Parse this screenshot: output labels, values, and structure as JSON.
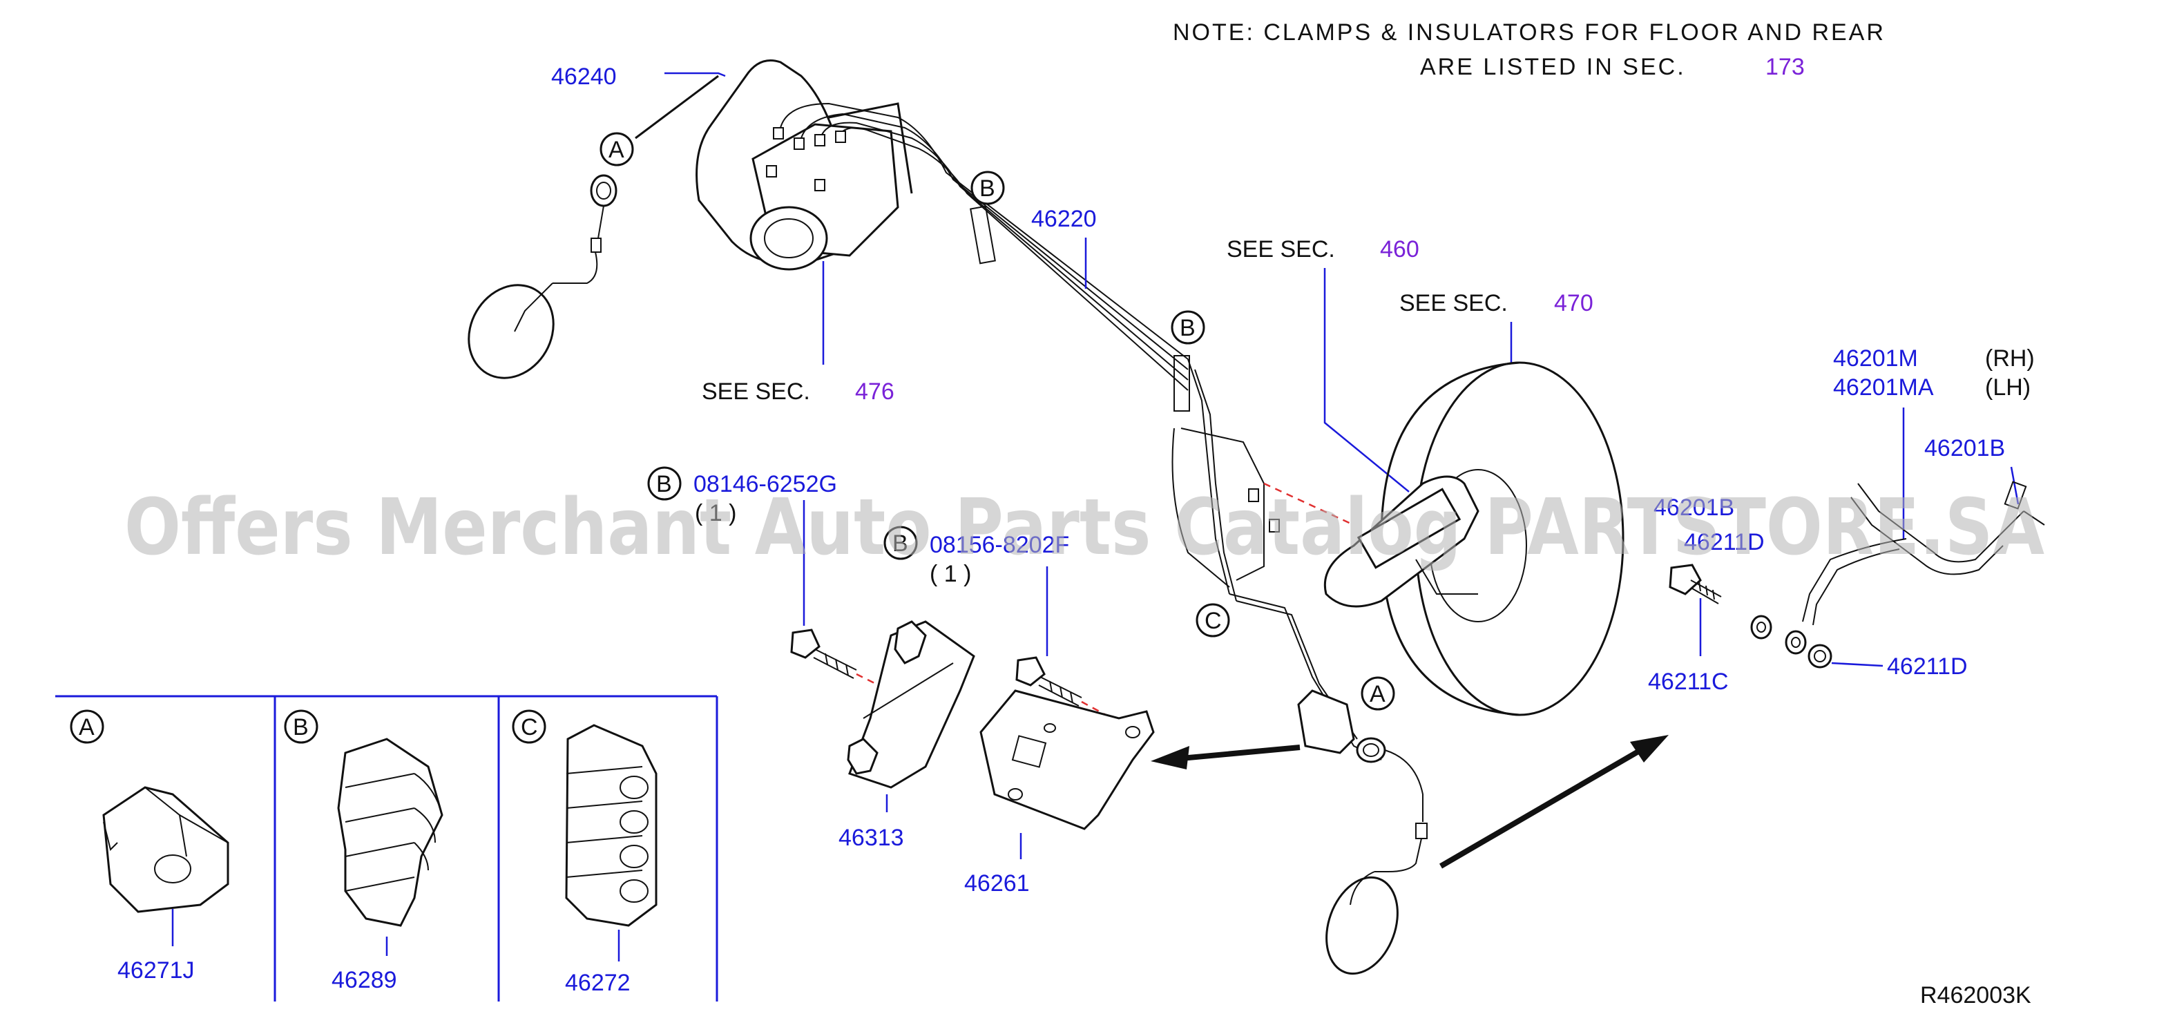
{
  "note": {
    "line1": "NOTE:  CLAMPS  &  INSULATORS  FOR  FLOOR  AND  REAR",
    "line2": "ARE  LISTED  IN  SEC.",
    "section": "173"
  },
  "watermark": "Offers Merchant Auto Parts Catalog PARTSTORE.SA",
  "diagram_code": "R462003K",
  "see_sections": [
    {
      "prefix": "SEE   SEC.",
      "number": "476"
    },
    {
      "prefix": "SEE   SEC.",
      "number": "460"
    },
    {
      "prefix": "SEE   SEC.",
      "number": "470"
    }
  ],
  "parts": {
    "p46240": "46240",
    "p46220": "46220",
    "p46201M": "46201M",
    "p46201MA": "46201MA",
    "rh": "(RH)",
    "lh": "(LH)",
    "p46201B": "46201B",
    "p46201B_hidden": "46201B",
    "p46211D_top": "46211D",
    "p46211D_bottom": "46211D",
    "p46211C": "46211C",
    "p08146": "08146-6252G",
    "qty1": "( 1 )",
    "p08156": "08156-8202F",
    "qty2": "( 1 )",
    "p46313": "46313",
    "p46261": "46261",
    "p46271J": "46271J",
    "p46289": "46289",
    "p46272": "46272"
  },
  "callouts": {
    "a": "A",
    "b": "B",
    "c": "C"
  },
  "colors": {
    "part_number": "#1a1adb",
    "section_ref": "#7a22d8",
    "leader_dash": "#e03030"
  }
}
